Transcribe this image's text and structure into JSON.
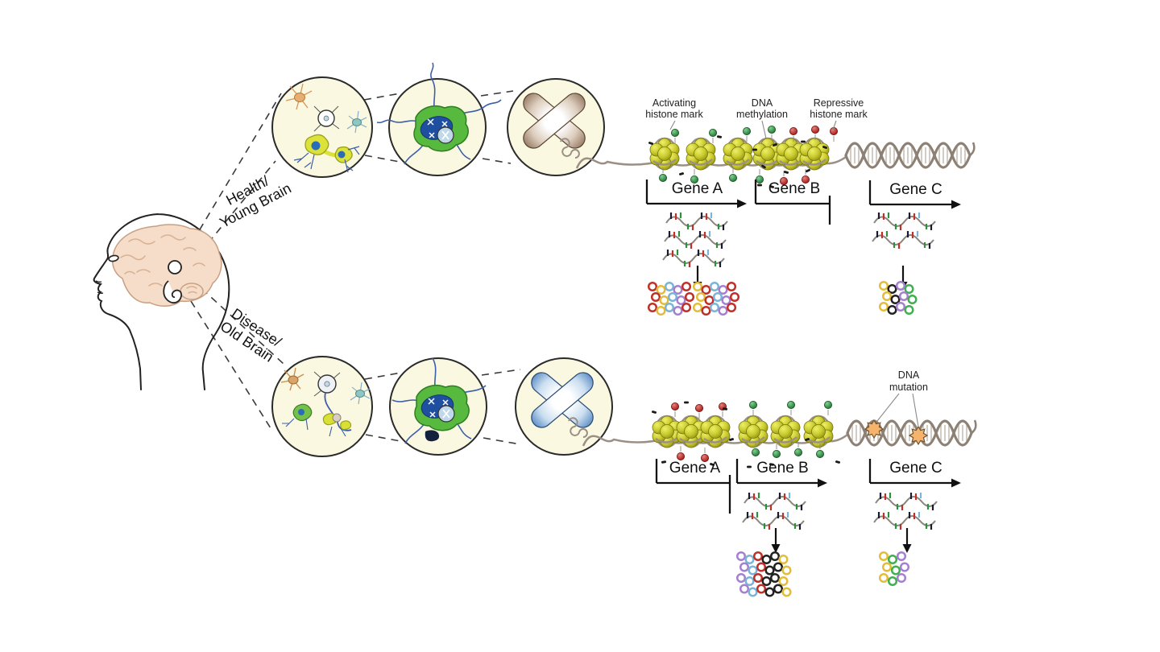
{
  "figure": {
    "branch_healthy": {
      "line1": "Health/",
      "line2": "Young Brain"
    },
    "branch_disease": {
      "line1": "Disease/",
      "line2": "Old Brain"
    },
    "annotation_activating": {
      "line1": "Activating",
      "line2": "histone mark"
    },
    "annotation_methylation": {
      "line1": "DNA",
      "line2": "methylation"
    },
    "annotation_repressive": {
      "line1": "Repressive",
      "line2": "histone mark"
    },
    "annotation_mutation": {
      "line1": "DNA",
      "line2": "mutation"
    }
  },
  "genes": {
    "healthy": {
      "gene_a": {
        "label": "Gene A",
        "state": "transcribed"
      },
      "gene_b": {
        "label": "Gene B",
        "state": "repressed"
      },
      "gene_c": {
        "label": "Gene C",
        "state": "transcribed"
      }
    },
    "disease": {
      "gene_a": {
        "label": "Gene A",
        "state": "repressed"
      },
      "gene_b": {
        "label": "Gene B",
        "state": "transcribed"
      },
      "gene_c": {
        "label": "Gene C",
        "state": "transcribed"
      }
    }
  },
  "colors": {
    "background": "#ffffff",
    "circle_fill": "#faf8e1",
    "nucleosome": "#c9c92e",
    "activating_mark": "#2e8b3d",
    "repressive_mark": "#b61f1f",
    "methylation_mark": "#1a1a1a",
    "dna_strand": "#9c9086",
    "helix": "#8d8074",
    "chromosome_healthy": "#6e4e34",
    "chromosome_disease": "#1e5fae",
    "mutation": "#f5b36b",
    "brain": "#f5ddc9"
  }
}
